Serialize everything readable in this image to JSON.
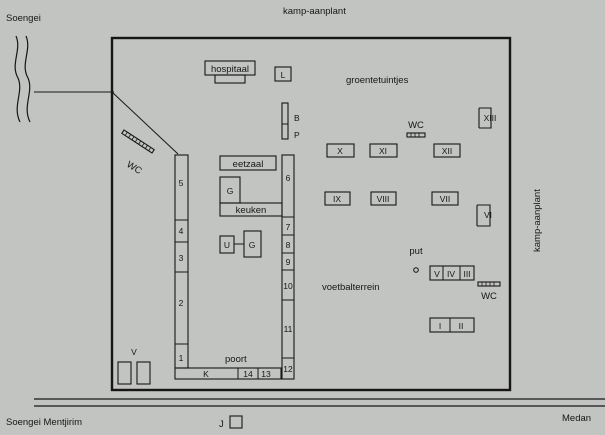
{
  "labels": {
    "soengei": "Soengei",
    "kamp_aanplant_top": "kamp-aanplant",
    "kamp_aanplant_right": "kamp-aanplant",
    "hospitaal": "hospitaal",
    "L": "L",
    "groentetuintjes": "groentetuintjes",
    "B": "B",
    "P": "P",
    "wc_left": "WC",
    "wc_top": "WC",
    "wc_right": "WC",
    "eetzaal": "eetzaal",
    "keuken": "keuken",
    "G_upper": "G",
    "U": "U",
    "G_lower": "G",
    "put": "put",
    "voetbalterrein": "voetbalterrein",
    "poort": "poort",
    "K": "K",
    "V_small": "V",
    "soengei_mentjirim": "Soengei Mentjirim",
    "medan": "Medan",
    "J": "J"
  },
  "left_barrack": [
    "5",
    "4",
    "3",
    "2",
    "1"
  ],
  "right_barrack": [
    "6",
    "7",
    "8",
    "9",
    "10",
    "11",
    "12"
  ],
  "bottom_barrack": [
    "14",
    "13"
  ],
  "huts": {
    "XIII": "XIII",
    "X": "X",
    "XI": "XI",
    "XII": "XII",
    "IX": "IX",
    "VIII": "VIII",
    "VII": "VII",
    "VI": "VI",
    "V": "V",
    "IV": "IV",
    "III": "III",
    "I": "I",
    "II": "II"
  }
}
